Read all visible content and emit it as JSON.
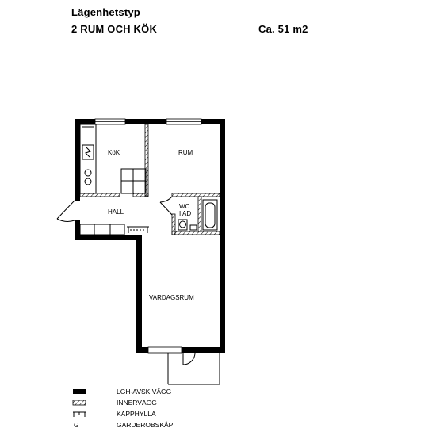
{
  "header": {
    "title": "Lägenhetstyp",
    "type": "2 RUM OCH KÖK",
    "area": "Ca. 51 m2"
  },
  "rooms": {
    "kitchen": "KöK",
    "room": "RUM",
    "hall": "HALL",
    "wc": "WC",
    "bath": "I AD",
    "living": "VARDAGSRUM"
  },
  "legend": [
    {
      "symbol": "exterior-wall",
      "label": "LGH-AVSK.VÄGG"
    },
    {
      "symbol": "interior-wall",
      "label": "INNERVÄGG"
    },
    {
      "symbol": "hat-shelf",
      "label": "KAPPHYLLA"
    },
    {
      "symbol": "G",
      "label": "GARDEROBSKÅP"
    }
  ],
  "colors": {
    "ink": "#000000",
    "paper": "#ffffff"
  }
}
